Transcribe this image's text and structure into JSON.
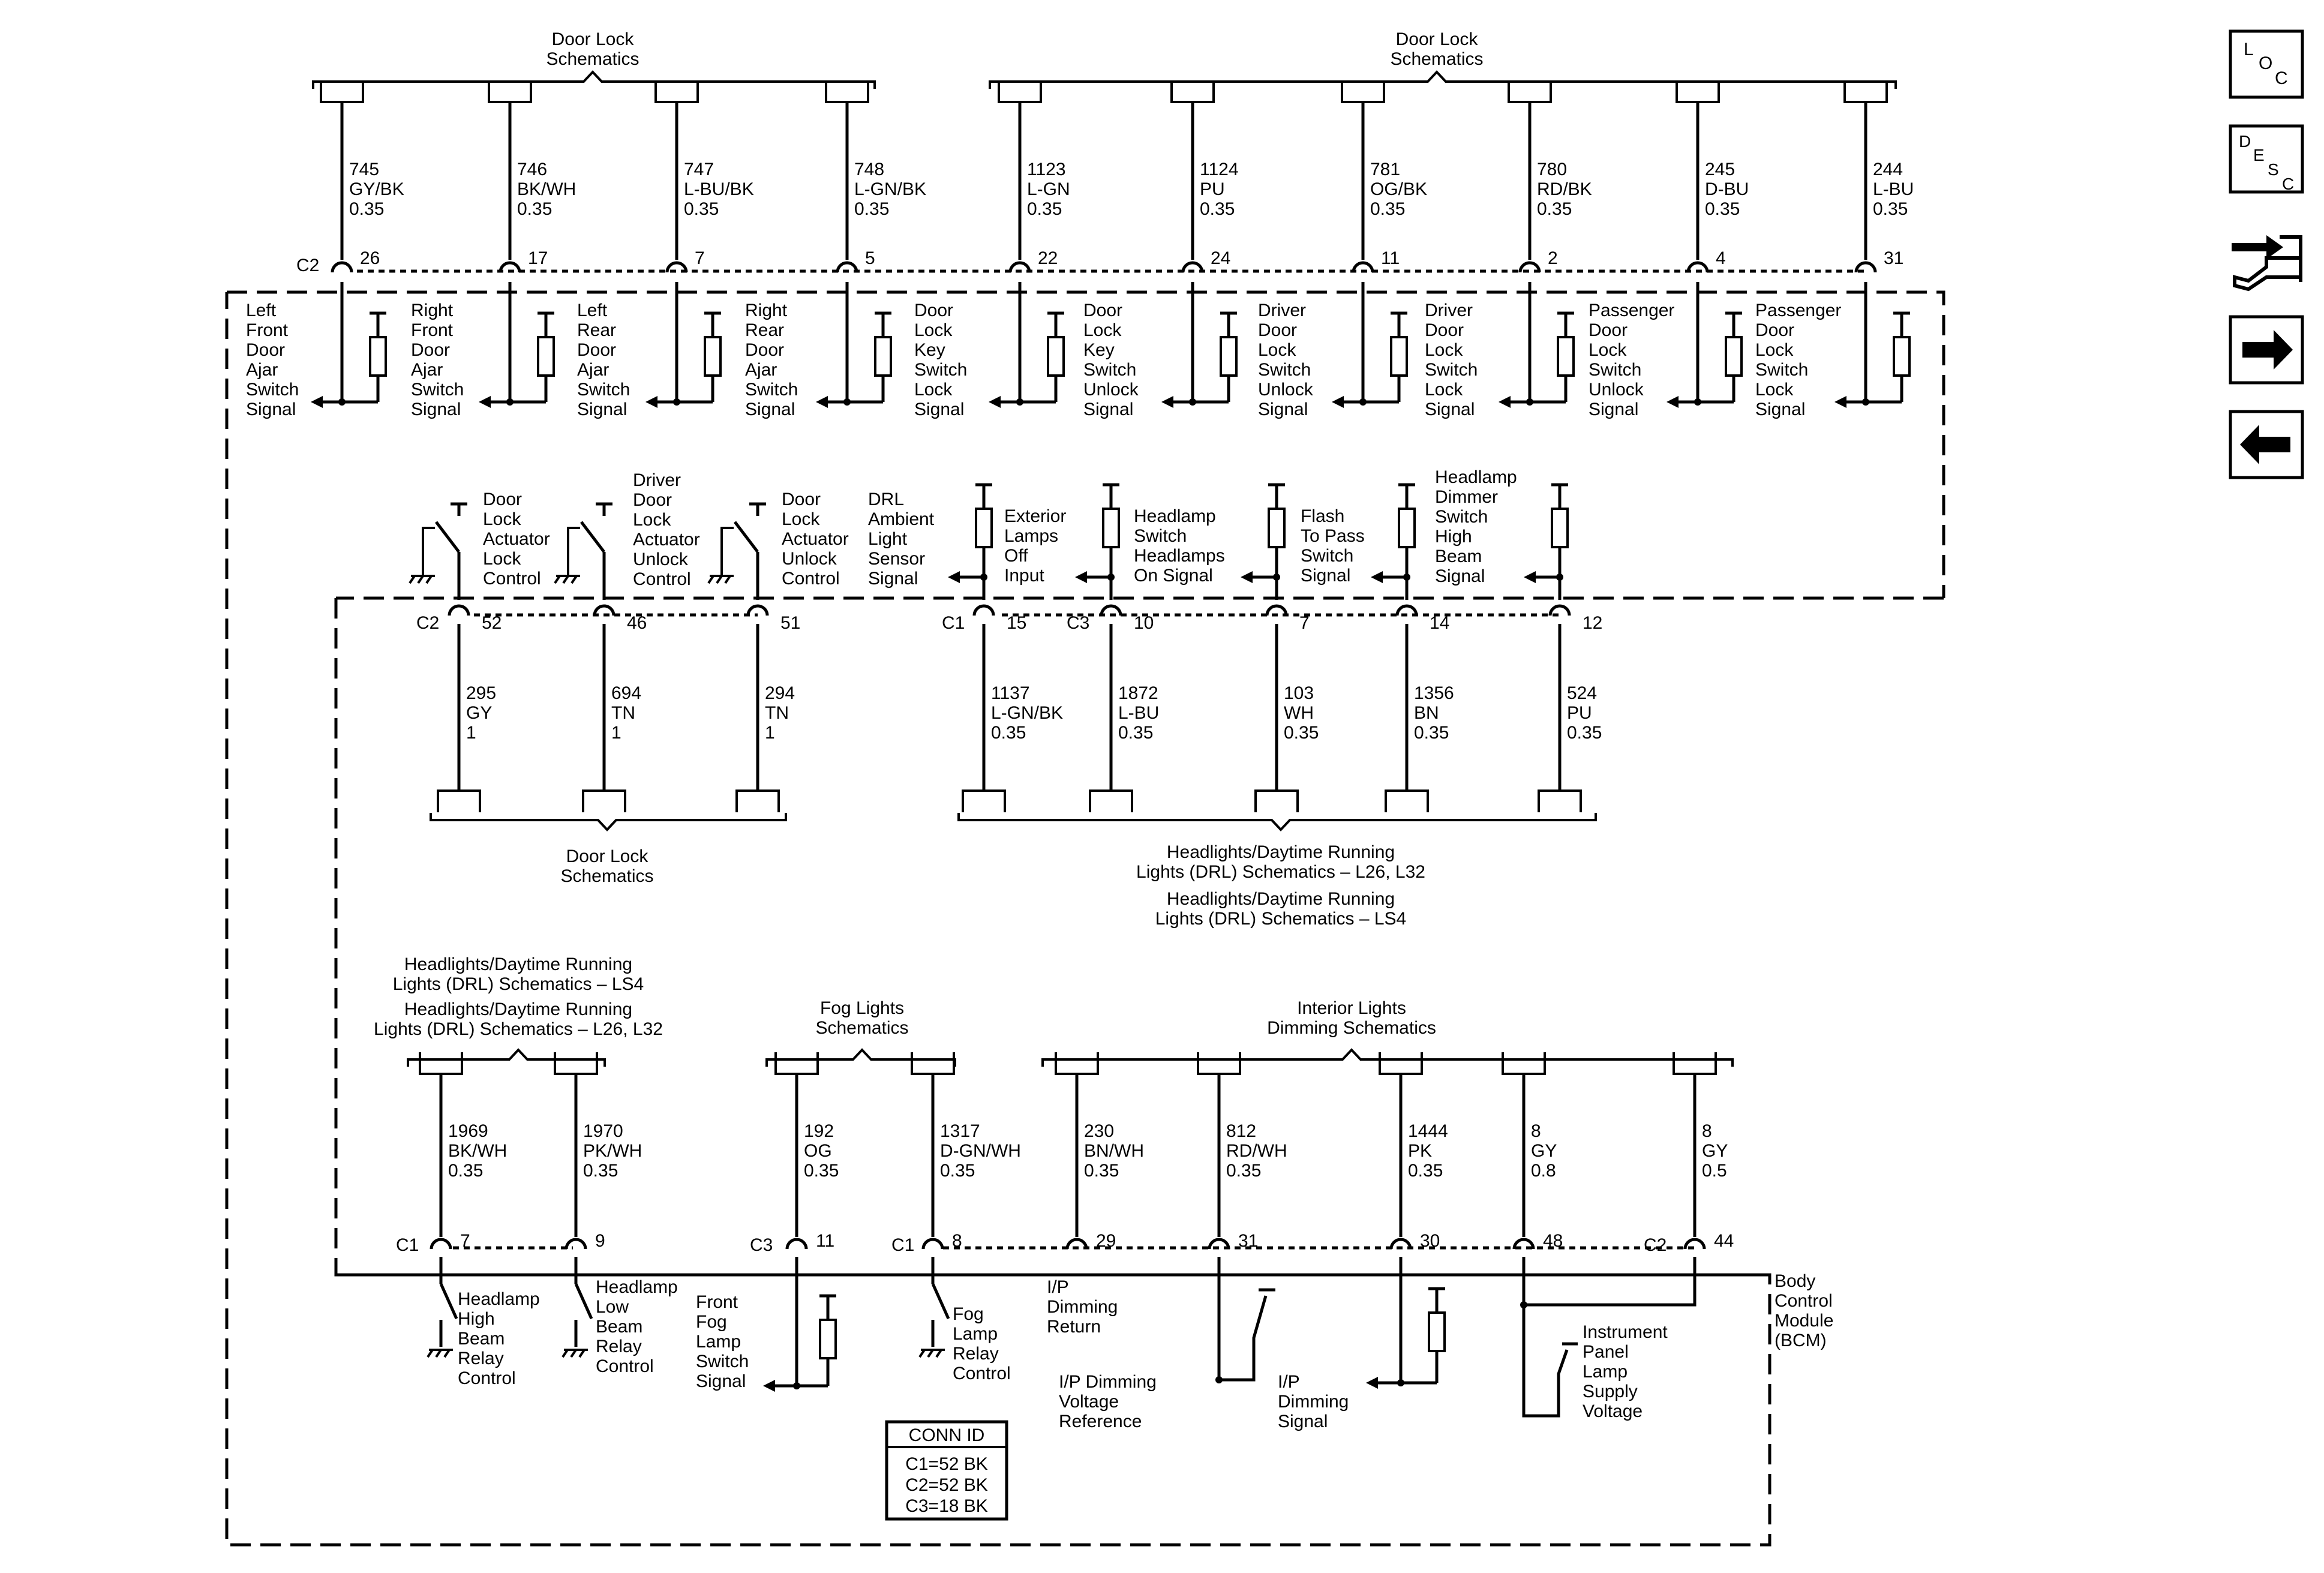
{
  "wires": {
    "top": [
      {
        "circuit": "745",
        "color": "GY/BK",
        "gauge": "0.35",
        "pin": "26"
      },
      {
        "circuit": "746",
        "color": "BK/WH",
        "gauge": "0.35",
        "pin": "17"
      },
      {
        "circuit": "747",
        "color": "L-BU/BK",
        "gauge": "0.35",
        "pin": "7"
      },
      {
        "circuit": "748",
        "color": "L-GN/BK",
        "gauge": "0.35",
        "pin": "5"
      },
      {
        "circuit": "1123",
        "color": "L-GN",
        "gauge": "0.35",
        "pin": "22"
      },
      {
        "circuit": "1124",
        "color": "PU",
        "gauge": "0.35",
        "pin": "24"
      },
      {
        "circuit": "781",
        "color": "OG/BK",
        "gauge": "0.35",
        "pin": "11"
      },
      {
        "circuit": "780",
        "color": "RD/BK",
        "gauge": "0.35",
        "pin": "2"
      },
      {
        "circuit": "245",
        "color": "D-BU",
        "gauge": "0.35",
        "pin": "4"
      },
      {
        "circuit": "244",
        "color": "L-BU",
        "gauge": "0.35",
        "pin": "31"
      }
    ],
    "middle": [
      {
        "circuit": "295",
        "color": "GY",
        "gauge": "1",
        "pin": "52"
      },
      {
        "circuit": "694",
        "color": "TN",
        "gauge": "1",
        "pin": "46"
      },
      {
        "circuit": "294",
        "color": "TN",
        "gauge": "1",
        "pin": "51"
      },
      {
        "circuit": "1137",
        "color": "L-GN/BK",
        "gauge": "0.35",
        "pin": "15"
      },
      {
        "circuit": "1872",
        "color": "L-BU",
        "gauge": "0.35",
        "pin": "10"
      },
      {
        "circuit": "103",
        "color": "WH",
        "gauge": "0.35",
        "pin": "7"
      },
      {
        "circuit": "1356",
        "color": "BN",
        "gauge": "0.35",
        "pin": "14"
      },
      {
        "circuit": "524",
        "color": "PU",
        "gauge": "0.35",
        "pin": "12"
      }
    ],
    "bottom": [
      {
        "circuit": "1969",
        "color": "BK/WH",
        "gauge": "0.35",
        "pin": "7"
      },
      {
        "circuit": "1970",
        "color": "PK/WH",
        "gauge": "0.35",
        "pin": "9"
      },
      {
        "circuit": "192",
        "color": "OG",
        "gauge": "0.35",
        "pin": "11"
      },
      {
        "circuit": "1317",
        "color": "D-GN/WH",
        "gauge": "0.35",
        "pin": "8"
      },
      {
        "circuit": "230",
        "color": "BN/WH",
        "gauge": "0.35",
        "pin": "29"
      },
      {
        "circuit": "812",
        "color": "RD/WH",
        "gauge": "0.35",
        "pin": "31"
      },
      {
        "circuit": "1444",
        "color": "PK",
        "gauge": "0.35",
        "pin": "30"
      },
      {
        "circuit": "8",
        "color": "GY",
        "gauge": "0.8",
        "pin": "48"
      },
      {
        "circuit": "8",
        "color": "GY",
        "gauge": "0.5",
        "pin": "44"
      }
    ]
  },
  "connectors": {
    "top": [
      "C2"
    ],
    "middle": [
      "C2",
      "C1",
      "C3"
    ],
    "bottom": [
      "C1",
      "C3",
      "C1",
      "C2"
    ]
  },
  "refs": {
    "top_left": [
      "Door Lock",
      "Schematics"
    ],
    "top_right": [
      "Door Lock",
      "Schematics"
    ],
    "mid_left": [
      "Door Lock",
      "Schematics"
    ],
    "mid_right": [
      "Headlights/Daytime Running",
      "Lights (DRL) Schematics – L26, L32",
      "Headlights/Daytime Running",
      "Lights (DRL) Schematics – LS4"
    ],
    "bot_left": [
      "Headlights/Daytime Running",
      "Lights (DRL) Schematics – LS4",
      "Headlights/Daytime Running",
      "Lights (DRL) Schematics – L26, L32"
    ],
    "bot_fog": [
      "Fog Lights",
      "Schematics"
    ],
    "bot_interior": [
      "Interior Lights",
      "Dimming Schematics"
    ]
  },
  "signals": {
    "top": [
      [
        "Left",
        "Front",
        "Door",
        "Ajar",
        "Switch",
        "Signal"
      ],
      [
        "Right",
        "Front",
        "Door",
        "Ajar",
        "Switch",
        "Signal"
      ],
      [
        "Left",
        "Rear",
        "Door",
        "Ajar",
        "Switch",
        "Signal"
      ],
      [
        "Right",
        "Rear",
        "Door",
        "Ajar",
        "Switch",
        "Signal"
      ],
      [
        "Door",
        "Lock",
        "Key",
        "Switch",
        "Lock",
        "Signal"
      ],
      [
        "Door",
        "Lock",
        "Key",
        "Switch",
        "Unlock",
        "Signal"
      ],
      [
        "Driver",
        "Door",
        "Lock",
        "Switch",
        "Unlock",
        "Signal"
      ],
      [
        "Driver",
        "Door",
        "Lock",
        "Switch",
        "Lock",
        "Signal"
      ],
      [
        "Passenger",
        "Door",
        "Lock",
        "Switch",
        "Unlock",
        "Signal"
      ],
      [
        "Passenger",
        "Door",
        "Lock",
        "Switch",
        "Lock",
        "Signal"
      ]
    ],
    "middle": [
      [
        "Door",
        "Lock",
        "Actuator",
        "Lock",
        "Control"
      ],
      [
        "Driver",
        "Door",
        "Lock",
        "Actuator",
        "Unlock",
        "Control"
      ],
      [
        "Door",
        "Lock",
        "Actuator",
        "Unlock",
        "Control"
      ],
      [
        "DRL",
        "Ambient",
        "Light",
        "Sensor",
        "Signal"
      ],
      [
        "Exterior",
        "Lamps",
        "Off",
        "Input"
      ],
      [
        "Headlamp",
        "Switch",
        "Headlamps",
        "On Signal"
      ],
      [
        "Flash",
        "To Pass",
        "Switch",
        "Signal"
      ],
      [
        "Headlamp",
        "Dimmer",
        "Switch",
        "High",
        "Beam",
        "Signal"
      ]
    ],
    "bottom": [
      [
        "Headlamp",
        "High",
        "Beam",
        "Relay",
        "Control"
      ],
      [
        "Headlamp",
        "Low",
        "Beam",
        "Relay",
        "Control"
      ],
      [
        "Front",
        "Fog",
        "Lamp",
        "Switch",
        "Signal"
      ],
      [
        "Fog",
        "Lamp",
        "Relay",
        "Control"
      ],
      [
        "I/P",
        "Dimming",
        "Return"
      ],
      [
        "I/P Dimming",
        "Voltage",
        "Reference"
      ],
      [
        "I/P",
        "Dimming",
        "Signal"
      ],
      [
        "Instrument",
        "Panel",
        "Lamp",
        "Supply",
        "Voltage"
      ]
    ]
  },
  "module": [
    "Body",
    "Control",
    "Module",
    "(BCM)"
  ],
  "conn_id": {
    "title": "CONN ID",
    "rows": [
      "C1=52 BK",
      "C2=52 BK",
      "C3=18 BK"
    ]
  },
  "nav": {
    "loc": [
      "L",
      "O",
      "C"
    ],
    "desc": [
      "D",
      "E",
      "S",
      "C"
    ]
  }
}
